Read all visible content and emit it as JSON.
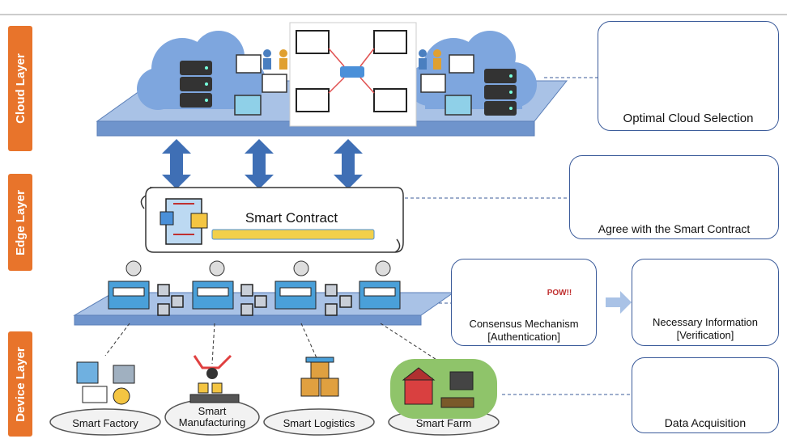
{
  "layers": {
    "cloud": "Cloud Layer",
    "edge": "Edge  Layer",
    "device": "Device Layer"
  },
  "cloud_panel": {
    "label": "Optimal Cloud Selection"
  },
  "edge_panel": {
    "label": "Agree with the Smart Contract"
  },
  "smart_contract": {
    "title": "Smart Contract"
  },
  "consensus_panel": {
    "line1": "Consensus Mechanism",
    "line2": "[Authentication]",
    "badge": "POW!!"
  },
  "verification_panel": {
    "line1": "Necessary Information",
    "line2": "[Verification]"
  },
  "data_panel": {
    "label": "Data Acquisition"
  },
  "devices": [
    {
      "label": "Smart Factory"
    },
    {
      "label_line1": "Smart",
      "label_line2": "Manufacturing"
    },
    {
      "label": "Smart Logistics"
    },
    {
      "label": "Smart Farm"
    }
  ],
  "colors": {
    "layer_tab": "#e8742b",
    "platform": "#a9c2e6",
    "arrow": "#3f6fb5",
    "panel_border": "#3b5b9a"
  }
}
